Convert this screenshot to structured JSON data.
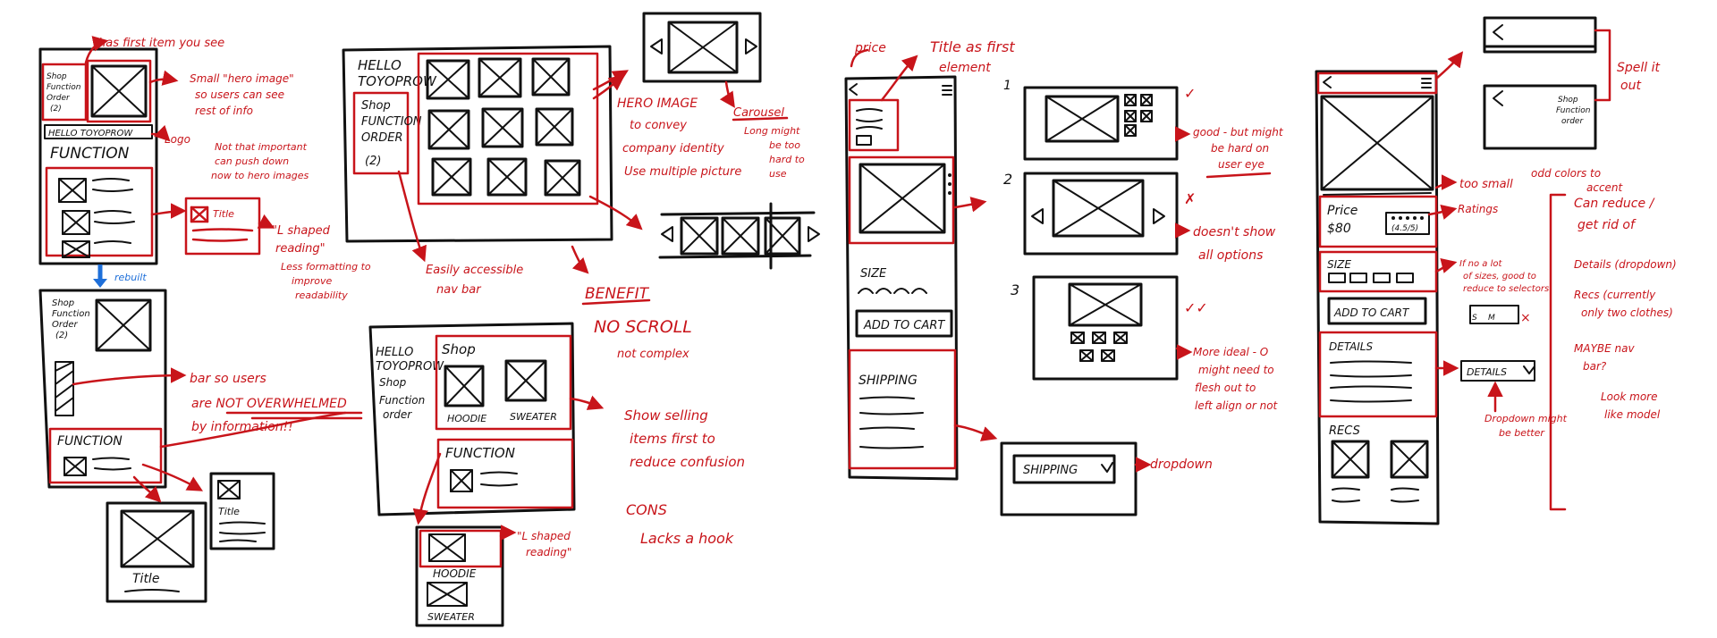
{
  "sketch1": {
    "top_note": "has first item you see",
    "nav": [
      "Shop",
      "Function",
      "Order",
      "(2)"
    ],
    "brand": "HELLO TOYOPROW",
    "section": "FUNCTION",
    "notes": {
      "hero": [
        "Small \"hero image\"",
        "so users can see",
        "rest of info"
      ],
      "logo": [
        "Logo",
        "Not that important",
        "can push down",
        "now to hero images"
      ],
      "title_box": "Title",
      "l_shape": [
        "\"L shaped",
        "reading\""
      ],
      "formatting": [
        "Less formatting to",
        "improve",
        "readability"
      ]
    },
    "arrow_label": "rebuilt"
  },
  "sketch2": {
    "nav": [
      "Shop",
      "Function",
      "Order",
      "(2)"
    ],
    "section": "FUNCTION",
    "note": [
      "bar so users",
      "are NOT OVERWHELMED",
      "by information!!"
    ],
    "title": "Title"
  },
  "sketch3": {
    "brand": [
      "HELLO",
      "TOYOPROW"
    ],
    "nav": [
      "Shop",
      "FUNCTION",
      "ORDER",
      "(2)"
    ],
    "notes": {
      "hero": [
        "HERO IMAGE",
        "to convey",
        "company identity",
        "Use multiple picture"
      ],
      "carousel": [
        "Carousel",
        "Long might",
        "be too",
        "hard to",
        "use"
      ],
      "nav": [
        "Easily accessible",
        "nav bar"
      ],
      "benefit": "BENEFIT",
      "scroll": [
        "NO SCROLL",
        "not complex"
      ]
    }
  },
  "sketch4": {
    "brand": [
      "HELLO",
      "TOYOPROW"
    ],
    "nav": [
      "Shop",
      "Function",
      "order"
    ],
    "shop": "Shop",
    "products": [
      "HOODIE",
      "SWEATER"
    ],
    "section": "FUNCTION",
    "mobile_products": [
      "HOODIE",
      "SWEATER"
    ],
    "notes": {
      "selling": [
        "Show selling",
        "items first to",
        "reduce confusion"
      ],
      "l_shape": [
        "\"L shaped",
        "reading\""
      ],
      "cons": "CONS",
      "hook": "Lacks a hook"
    }
  },
  "sketch5": {
    "notes": {
      "price": "price",
      "title_first": [
        "Title as first",
        "element"
      ]
    },
    "size": "SIZE",
    "add_to_cart": "ADD TO CART",
    "shipping": "SHIPPING",
    "dropdown": "SHIPPING",
    "dropdown_note": "dropdown"
  },
  "options": {
    "numbers": [
      "1",
      "2",
      "3"
    ],
    "notes": {
      "opt1": [
        "good - but might",
        "be hard on",
        "user eye"
      ],
      "opt2": [
        "doesn't show",
        "all options"
      ],
      "opt3": [
        "More ideal - O",
        "might need to",
        "flesh out to",
        "left align or not"
      ]
    },
    "marks": [
      "✓",
      "✗",
      "✓✓"
    ]
  },
  "sketch6": {
    "price": [
      "Price",
      "$80"
    ],
    "rating": "(4.5/5)",
    "size": "SIZE",
    "add_to_cart": "ADD TO CART",
    "details": "DETAILS",
    "recs": "RECS",
    "details_dropdown": "DETAILS",
    "selector": [
      "S",
      "M"
    ],
    "notes": {
      "small": [
        "too small",
        "odd colors to",
        "accent"
      ],
      "ratings": "Ratings",
      "lot_sizes": [
        "If no a lot",
        "of sizes, good to",
        "reduce to selectors"
      ],
      "dropdown": [
        "Dropdown might",
        "be better"
      ],
      "reduce": [
        "Can reduce /",
        "get rid of"
      ],
      "list": [
        "Details (dropdown)",
        "Recs (currently",
        "only two clothes)",
        "MAYBE nav",
        "bar?",
        "Look more",
        "like model"
      ],
      "spell": [
        "Spell it",
        "out"
      ]
    },
    "mini_nav": [
      "Shop",
      "Function",
      "order"
    ]
  }
}
